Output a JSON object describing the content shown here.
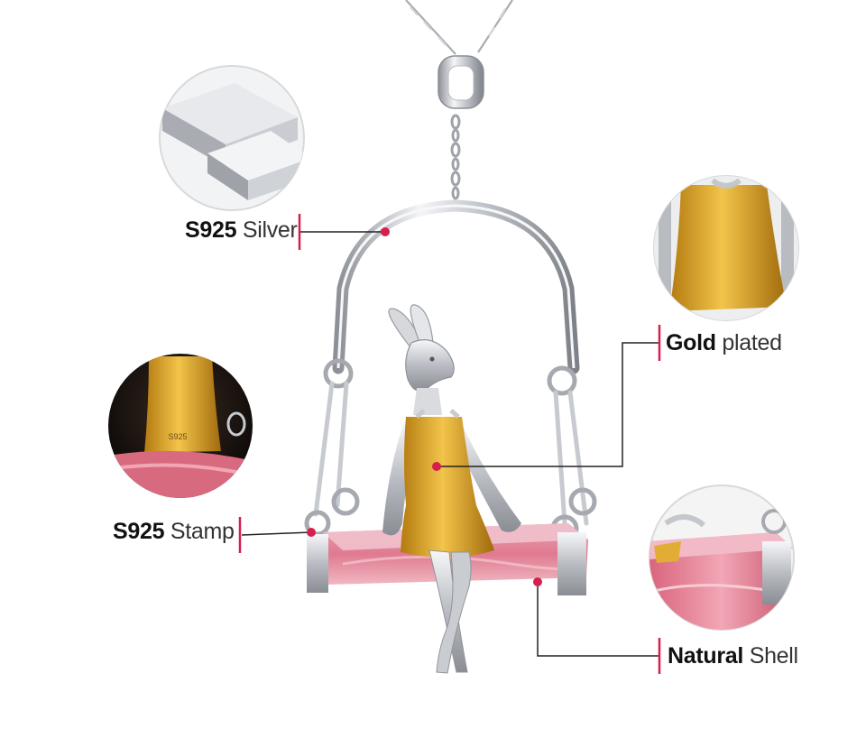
{
  "labels": {
    "silver": {
      "bold": "S925",
      "rest": "Silver"
    },
    "gold": {
      "bold": "Gold",
      "rest": "plated"
    },
    "stamp": {
      "bold": "S925",
      "rest": "Stamp"
    },
    "shell": {
      "bold": "Natural",
      "rest": "Shell"
    }
  },
  "stamp_engraving": "S925",
  "colors": {
    "leader_line": "#222222",
    "marker": "#d61f4f",
    "silver": "#c9ccd1",
    "gold": "#e0a526",
    "shell": "#e8889a"
  }
}
